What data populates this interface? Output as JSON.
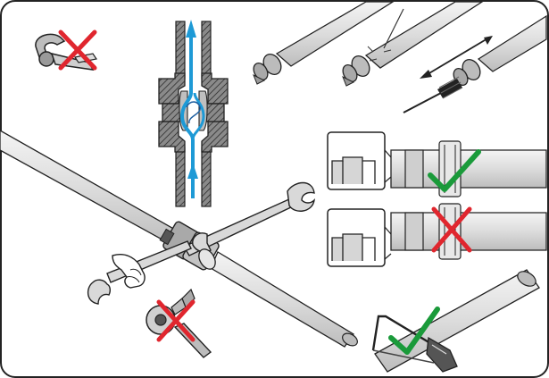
{
  "illustration": {
    "panels": [
      {
        "name": "pipe-cutter-not-allowed",
        "status": "incorrect"
      },
      {
        "name": "fitting-cross-section-flow",
        "status": "info"
      },
      {
        "name": "pipe-end-preparation-deburr",
        "status": "info"
      },
      {
        "name": "insertion-depth-correct",
        "status": "correct"
      },
      {
        "name": "insertion-depth-incorrect",
        "status": "incorrect"
      },
      {
        "name": "tighten-with-two-wrenches",
        "status": "info"
      },
      {
        "name": "pipe-wrench-not-allowed",
        "status": "incorrect"
      },
      {
        "name": "hacksaw-allowed",
        "status": "correct"
      }
    ],
    "icons": [
      "cross-mark-icon",
      "check-mark-icon",
      "flow-arrow-icon",
      "wrench-icon",
      "hacksaw-icon",
      "pipe-cutter-icon",
      "deburring-brush-icon"
    ]
  },
  "colors": {
    "correct": "#1a9a3a",
    "incorrect": "#e0262e",
    "flow": "#1e9ad6",
    "outline": "#2b2b2b",
    "pipe_fill": "#e3e3e3",
    "fitting_fill": "#c9c9c9",
    "hatch": "#555555"
  }
}
